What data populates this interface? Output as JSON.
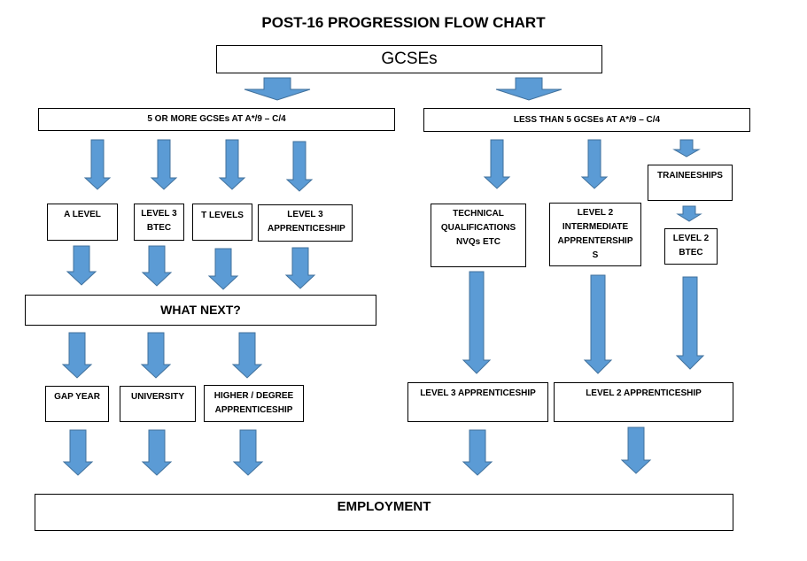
{
  "title": "POST-16 PROGRESSION FLOW CHART",
  "nodes": {
    "gcses": "GCSEs",
    "five_or_more": "5 OR MORE GCSEs AT A*/9 – C/4",
    "less_than_five": "LESS THAN 5 GCSEs AT A*/9 – C/4",
    "a_level": "A LEVEL",
    "level3_btec": "LEVEL 3 BTEC",
    "t_levels": "T LEVELS",
    "level3_apprenticeship_top": "LEVEL 3 APPRENTICESHIP",
    "technical_qualifications": "TECHNICAL QUALIFICATIONS NVQs ETC",
    "level2_intermediate": "LEVEL 2 INTERMEDIATE APPRENTERSHIP S",
    "traineeships": "TRAINEESHIPS",
    "level2_btec": "LEVEL 2 BTEC",
    "what_next": "WHAT NEXT?",
    "gap_year": "GAP YEAR",
    "university": "UNIVERSITY",
    "higher_degree": "HIGHER / DEGREE APPRENTICESHIP",
    "level3_apprenticeship": "LEVEL 3 APPRENTICESHIP",
    "level2_apprenticeship": "LEVEL 2 APPRENTICESHIP",
    "employment": "EMPLOYMENT"
  },
  "colors": {
    "arrow_fill": "#5b9bd5",
    "arrow_stroke": "#41719c",
    "box_border": "#000000"
  }
}
